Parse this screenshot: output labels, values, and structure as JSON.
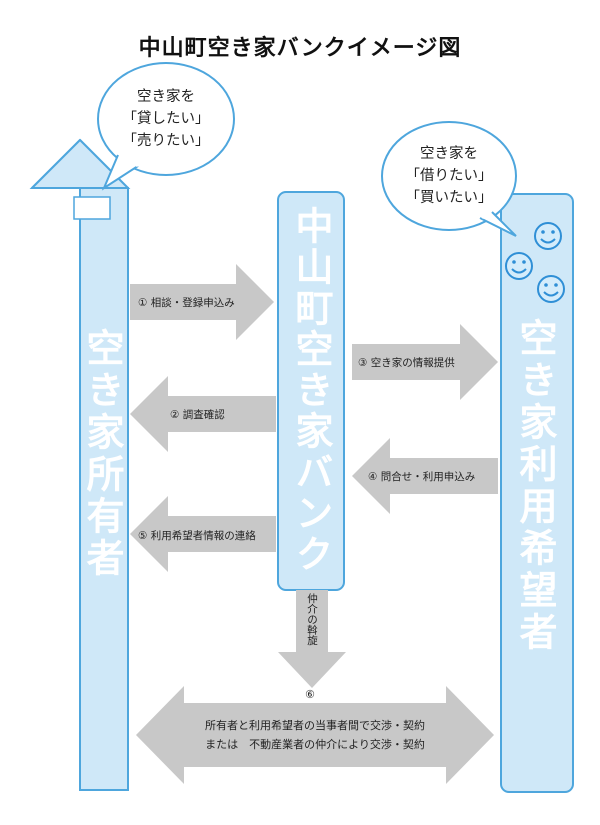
{
  "title": "中山町空き家バンクイメージ図",
  "owner": {
    "label": "空き家所有者",
    "bubble": [
      "空き家を",
      "「貸したい」",
      "「売りたい」"
    ]
  },
  "bank": {
    "label": "中山町空き家バンク"
  },
  "user": {
    "label": "空き家利用希望者",
    "bubble": [
      "空き家を",
      "「借りたい」",
      "「買いたい」"
    ]
  },
  "flows": {
    "f1": "① 相談・登録申込み",
    "f2": "② 調査確認",
    "f3": "③ 空き家の情報提供",
    "f4": "④ 問合せ・利用申込み",
    "f5": "⑤ 利用希望者情報の連絡"
  },
  "mediation": {
    "label": "仲介の斡旋",
    "number": "⑥"
  },
  "bottom": {
    "line1": "所有者と利用希望者の当事者間で交渉・契約",
    "line2": "または　不動産業者の仲介により交渉・契約"
  },
  "colors": {
    "box_fill": "#cfe8f8",
    "box_stroke": "#4ea6dd",
    "arrow_gray": "#c8c8c8",
    "face_fill": "#d4ecfb",
    "face_stroke": "#2f8fd6"
  }
}
